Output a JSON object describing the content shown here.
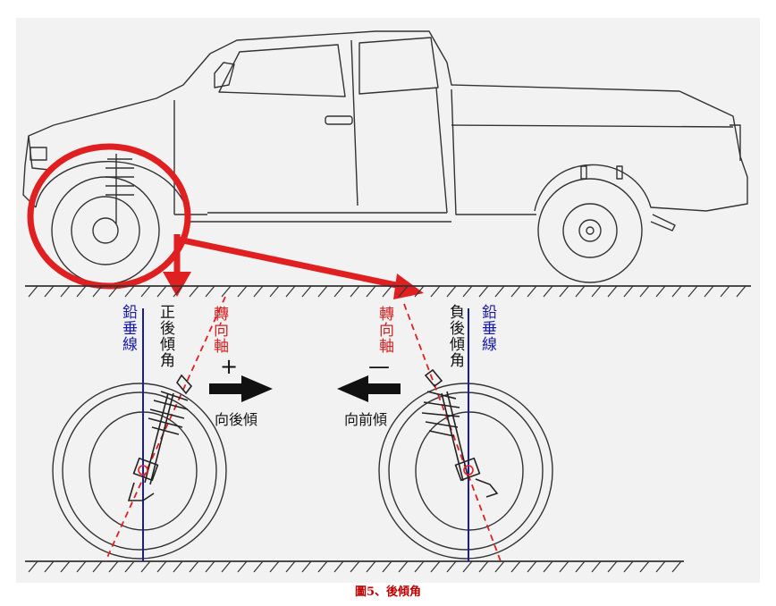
{
  "labels": {
    "plumb_left": "鉛垂線",
    "positive_caster": "正後傾角",
    "steering_axis_left": "轉向軸",
    "plus_sign": "+",
    "tilt_back": "向後傾",
    "steering_axis_right": "轉向軸",
    "minus_sign": "—",
    "tilt_forward": "向前傾",
    "negative_caster": "負後傾角",
    "plumb_right": "鉛垂線"
  },
  "caption": "圖5、後傾角",
  "colors": {
    "highlight_red": "#e02020",
    "plumb_blue": "#1a1aa8",
    "line": "#333333"
  }
}
